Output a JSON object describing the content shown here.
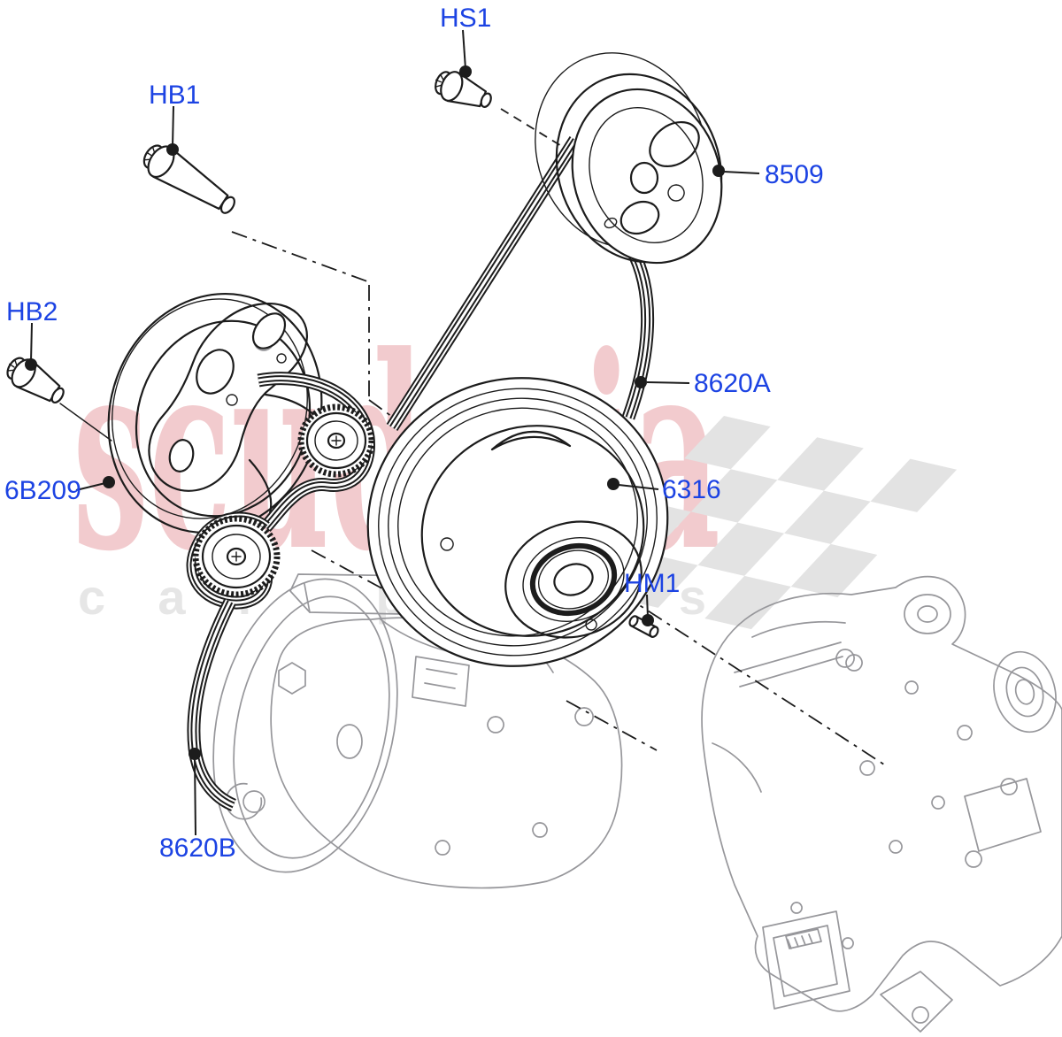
{
  "watermark": {
    "brand": "scuderia",
    "subtext": "car parts"
  },
  "colors": {
    "label_blue": "#1c43e3",
    "line_black": "#1c1c1c",
    "sketch_gray": "#97979b",
    "brand_pink": "#f2cbce",
    "subtext_gray": "#e6e6e6",
    "checker_gray": "#e3e3e3"
  },
  "diagram": {
    "labels": [
      {
        "id": "HB1",
        "text": "HB1"
      },
      {
        "id": "HS1",
        "text": "HS1"
      },
      {
        "id": "HB2",
        "text": "HB2"
      },
      {
        "id": "6B209",
        "text": "6B209"
      },
      {
        "id": "8509",
        "text": "8509"
      },
      {
        "id": "8620A",
        "text": "8620A"
      },
      {
        "id": "6316",
        "text": "6316"
      },
      {
        "id": "HM1",
        "text": "HM1"
      },
      {
        "id": "8620B",
        "text": "8620B"
      }
    ]
  }
}
